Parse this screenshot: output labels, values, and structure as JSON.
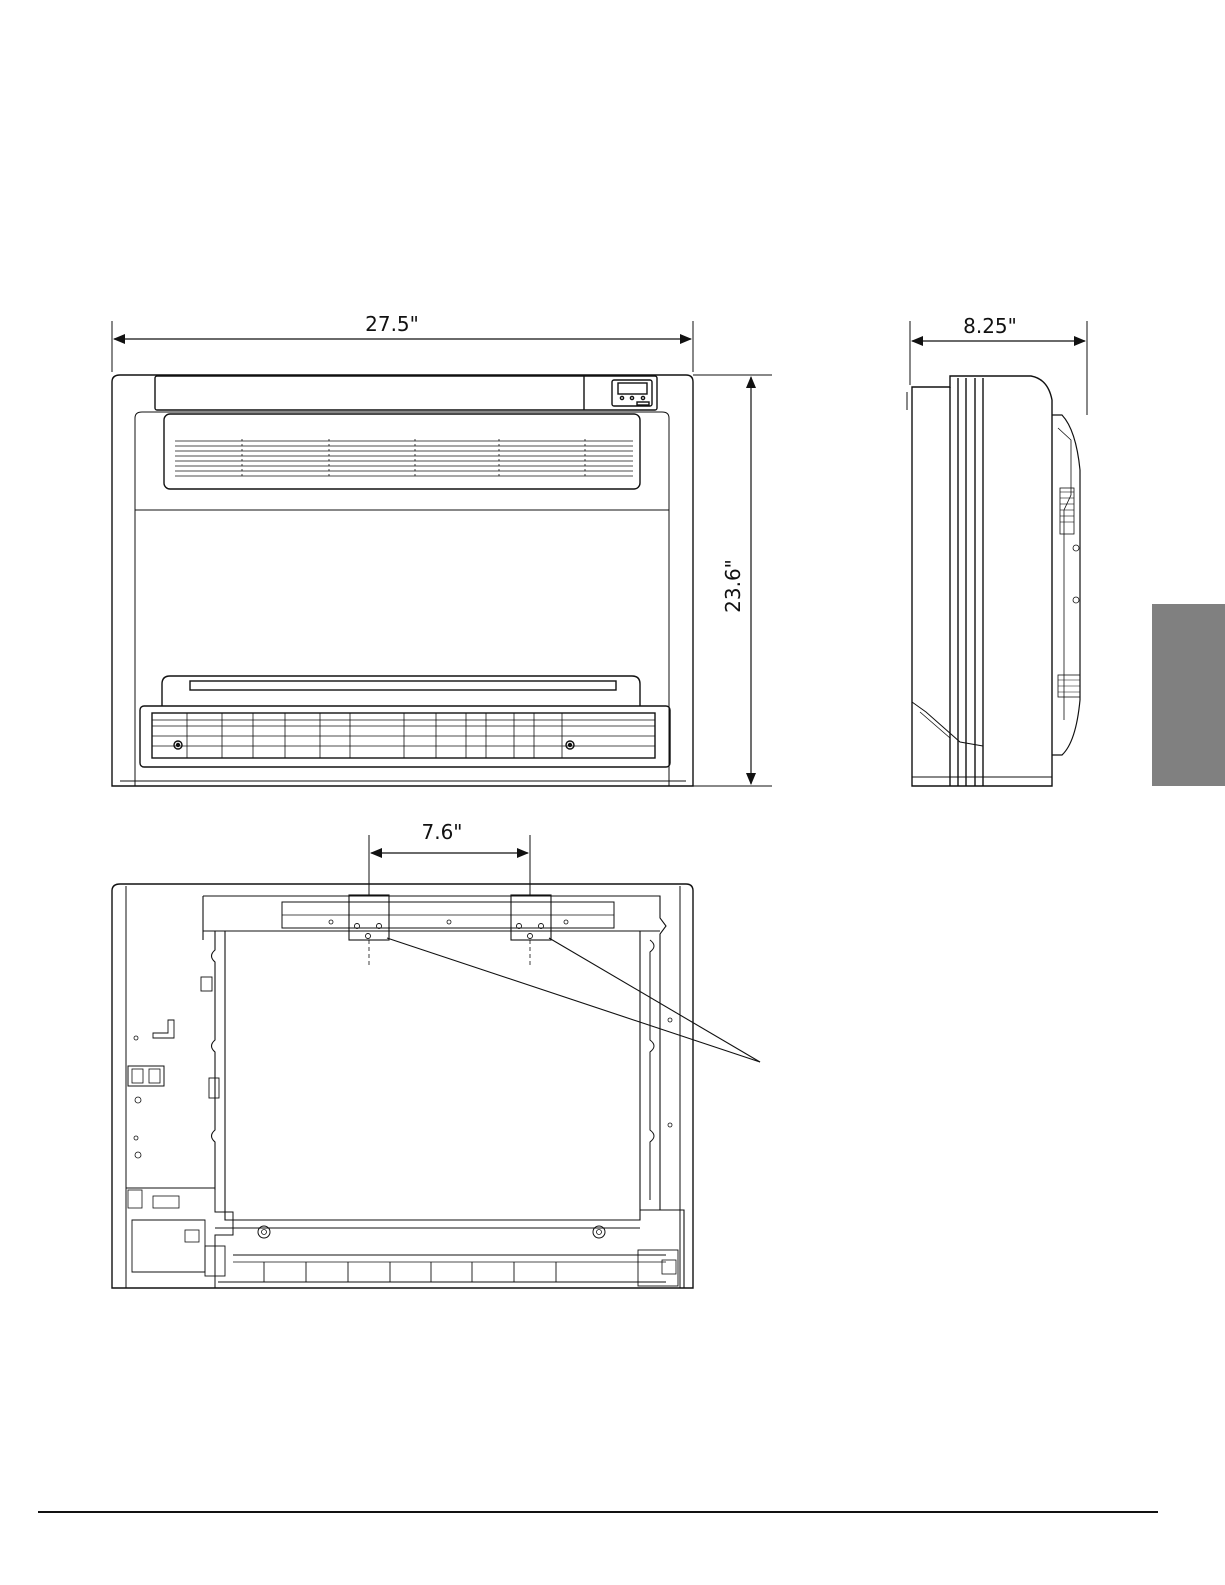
{
  "dimensions": {
    "front_width": "27.5\"",
    "front_height": "23.6\"",
    "side_depth": "8.25\"",
    "mount_spacing": "7.6\""
  },
  "colors": {
    "line": "#111111",
    "tab": "#808080",
    "background": "#ffffff"
  }
}
